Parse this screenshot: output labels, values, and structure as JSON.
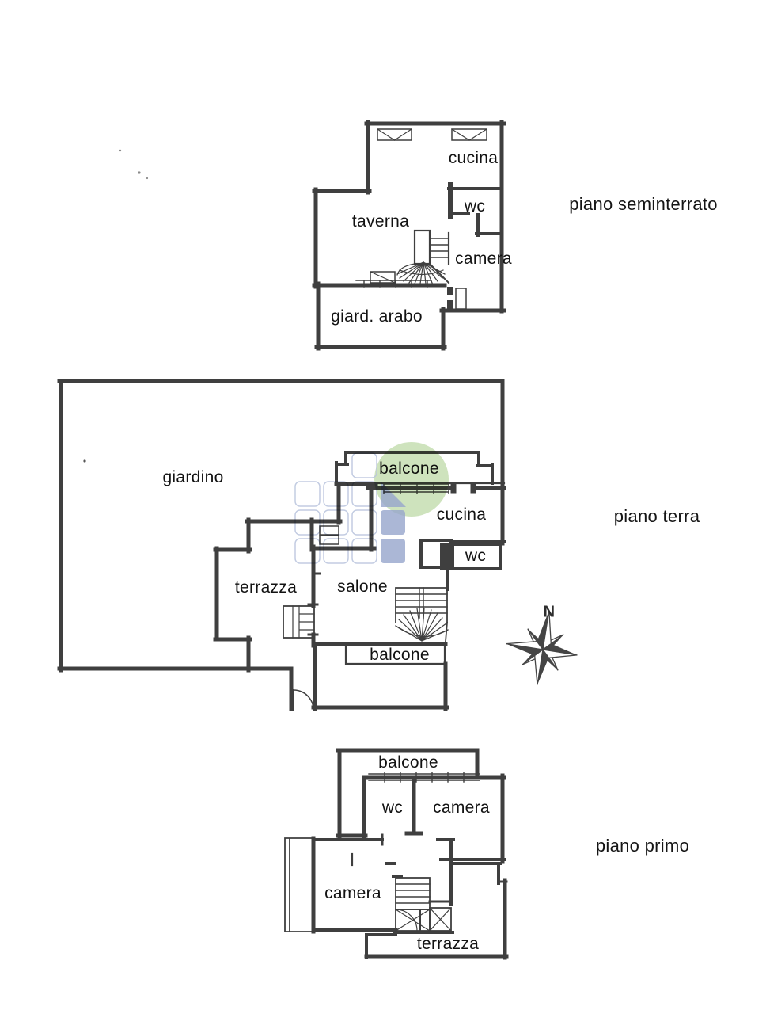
{
  "plans": {
    "seminterrato": {
      "title": "piano seminterrato",
      "rooms": {
        "cucina": "cucina",
        "wc": "wc",
        "taverna": "taverna",
        "camera": "camera",
        "giard_arabo": "giard. arabo"
      }
    },
    "terra": {
      "title": "piano terra",
      "rooms": {
        "giardino": "giardino",
        "balcone_top": "balcone",
        "cucina": "cucina",
        "wc": "wc",
        "terrazza": "terrazza",
        "salone": "salone",
        "balcone_bottom": "balcone"
      }
    },
    "primo": {
      "title": "piano primo",
      "rooms": {
        "balcone": "balcone",
        "wc": "wc",
        "camera_ne": "camera",
        "camera_sw": "camera",
        "terrazza": "terrazza"
      }
    }
  },
  "compass": {
    "label": "N"
  },
  "colors": {
    "wall": "#3f3f3f",
    "text": "#111111",
    "watermark_blue": "#97a6cc",
    "watermark_green": "#a5cc86",
    "watermark_grid": "#b9c4dd",
    "background": "#ffffff"
  }
}
